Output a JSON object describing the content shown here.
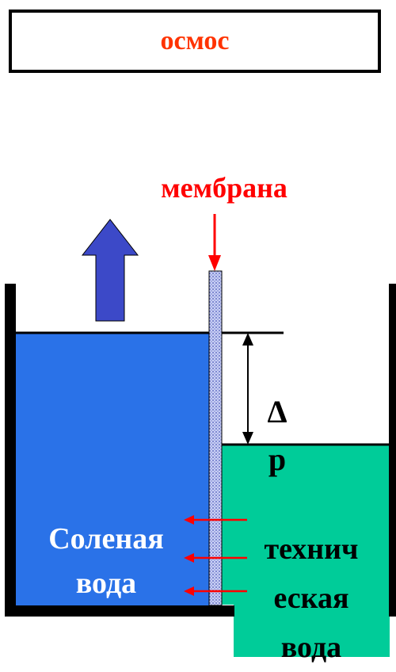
{
  "title": "осмос",
  "labels": {
    "membrane": "мембрана",
    "salt_water_line1": "Соленая",
    "salt_water_line2": "вода",
    "tech_water_line1": "технич",
    "tech_water_line2": "еская",
    "tech_water_line3": "вода",
    "delta_p_symbol": "Δ",
    "delta_p_letter": "p"
  },
  "colors": {
    "title_text": "#ff3300",
    "membrane_label": "#ff0000",
    "salt_water": "#2a72e8",
    "technical_water": "#00cc99",
    "up_arrow": "#3c49c8",
    "flow_arrows": "#ff0000"
  }
}
